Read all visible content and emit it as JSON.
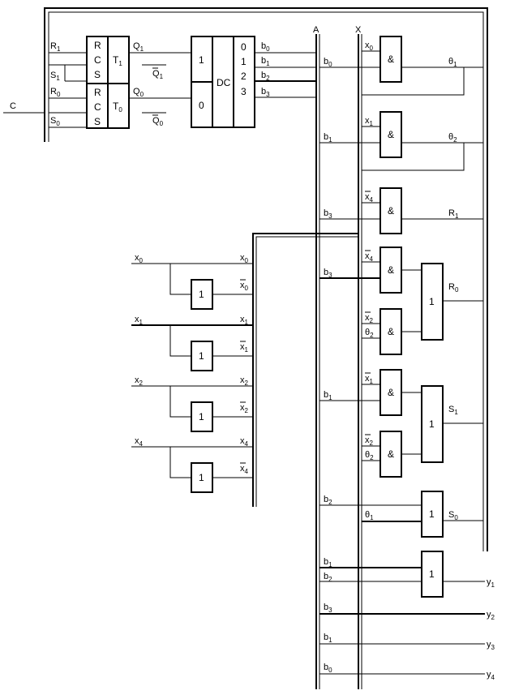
{
  "clock": {
    "label": "C"
  },
  "bus_labels": {
    "a": "A",
    "x": "X"
  },
  "trigger1": {
    "r": "R",
    "c": "C",
    "s": "S",
    "name": "T",
    "sub": "1"
  },
  "trigger0": {
    "r": "R",
    "c": "C",
    "s": "S",
    "name": "T",
    "sub": "0"
  },
  "trig_inputs": [
    {
      "base": "R",
      "sub": "1"
    },
    {
      "base": "S",
      "sub": "1"
    },
    {
      "base": "R",
      "sub": "0"
    },
    {
      "base": "S",
      "sub": "0"
    }
  ],
  "trig_outputs": [
    {
      "base": "Q",
      "sub": "1",
      "inv": false
    },
    {
      "base": "Q",
      "sub": "1",
      "inv": true
    },
    {
      "base": "Q",
      "sub": "0",
      "inv": false
    },
    {
      "base": "Q",
      "sub": "0",
      "inv": true
    }
  ],
  "decoder": {
    "label": "DC",
    "inputs": [
      "1",
      "0"
    ],
    "outputs": [
      "0",
      "1",
      "2",
      "3"
    ]
  },
  "dc_out_labels": [
    {
      "base": "b",
      "sub": "0"
    },
    {
      "base": "b",
      "sub": "1"
    },
    {
      "base": "b",
      "sub": "2"
    },
    {
      "base": "b",
      "sub": "3"
    }
  ],
  "gate_symbols": {
    "and": "&",
    "or": "1",
    "not": "1"
  },
  "and_gates": [
    {
      "b": {
        "base": "b",
        "sub": "0"
      },
      "in": {
        "base": "x",
        "sub": "0",
        "inv": false
      },
      "out": {
        "base": "θ",
        "sub": "1"
      }
    },
    {
      "b": {
        "base": "b",
        "sub": "1"
      },
      "in": {
        "base": "x",
        "sub": "1",
        "inv": false
      },
      "out": {
        "base": "θ",
        "sub": "2"
      }
    },
    {
      "b": {
        "base": "b",
        "sub": "3"
      },
      "in": {
        "base": "x",
        "sub": "4",
        "inv": true
      },
      "out": {
        "base": "R",
        "sub": "1"
      }
    }
  ],
  "group_r0": {
    "b1": {
      "base": "b",
      "sub": "3"
    },
    "in1": {
      "base": "x",
      "sub": "4",
      "inv": true
    },
    "in2a": {
      "base": "x",
      "sub": "2",
      "inv": true
    },
    "in2b": {
      "base": "θ",
      "sub": "2"
    },
    "out": {
      "base": "R",
      "sub": "0"
    }
  },
  "group_s1": {
    "b1": {
      "base": "b",
      "sub": "1"
    },
    "in1": {
      "base": "x",
      "sub": "1",
      "inv": true
    },
    "in2a": {
      "base": "x",
      "sub": "2",
      "inv": true
    },
    "in2b": {
      "base": "θ",
      "sub": "2"
    },
    "out": {
      "base": "S",
      "sub": "1"
    }
  },
  "group_s0": {
    "b": {
      "base": "b",
      "sub": "2"
    },
    "in": {
      "base": "θ",
      "sub": "1"
    },
    "out": {
      "base": "S",
      "sub": "0"
    }
  },
  "input_pairs": [
    {
      "base": "x",
      "sub": "0"
    },
    {
      "base": "x",
      "sub": "1"
    },
    {
      "base": "x",
      "sub": "2"
    },
    {
      "base": "x",
      "sub": "4"
    }
  ],
  "y_outputs": [
    {
      "label": {
        "base": "y",
        "sub": "1"
      },
      "ins": [
        {
          "base": "b",
          "sub": "1"
        },
        {
          "base": "b",
          "sub": "2"
        }
      ]
    },
    {
      "label": {
        "base": "y",
        "sub": "2"
      },
      "ins": [
        {
          "base": "b",
          "sub": "3"
        }
      ]
    },
    {
      "label": {
        "base": "y",
        "sub": "3"
      },
      "ins": [
        {
          "base": "b",
          "sub": "1"
        }
      ]
    },
    {
      "label": {
        "base": "y",
        "sub": "4"
      },
      "ins": [
        {
          "base": "b",
          "sub": "0"
        }
      ]
    }
  ]
}
